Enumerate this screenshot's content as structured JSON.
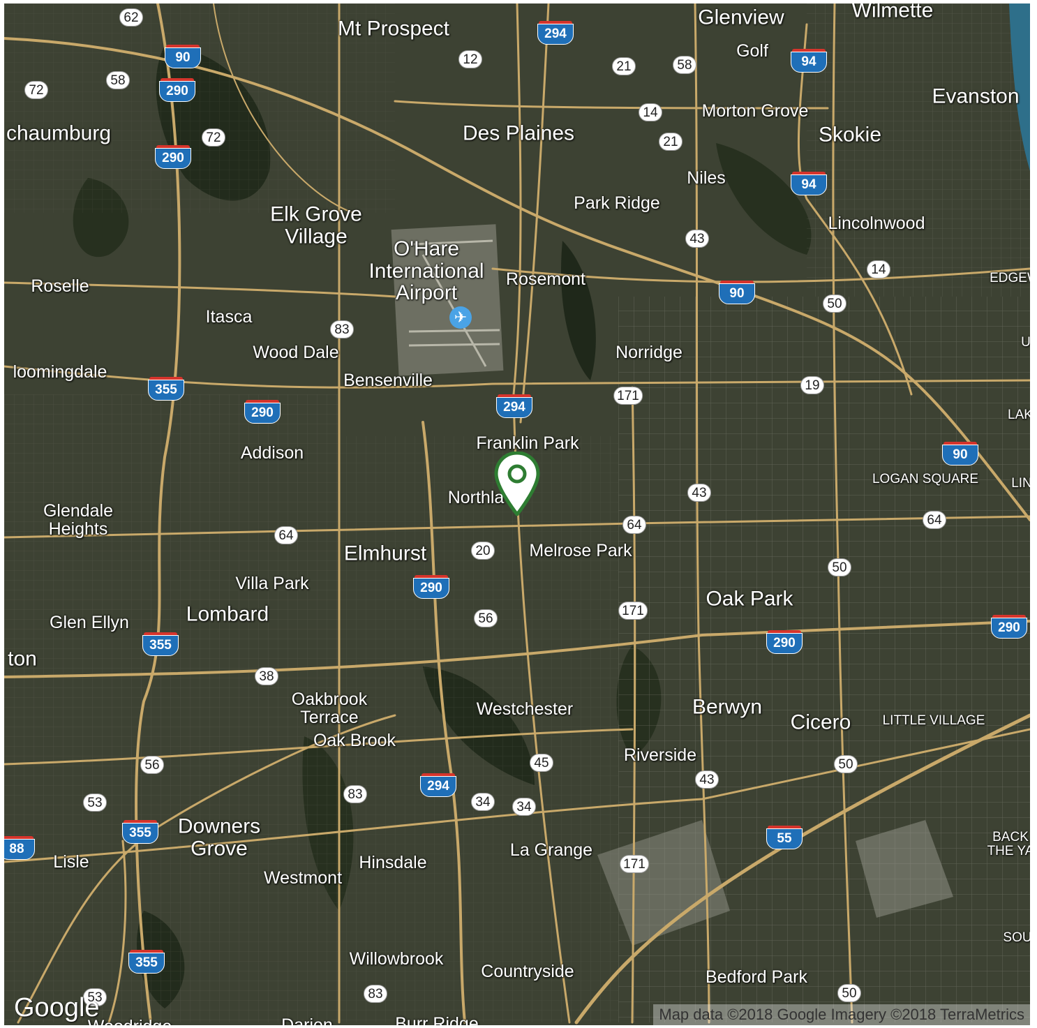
{
  "map": {
    "provider_logo": "Google",
    "attribution": "Map data ©2018 Google  Imagery ©2018 TerraMetrics",
    "marker_icon": "location-pin-icon",
    "airport_icon": "airport-icon",
    "colors": {
      "terrain": "#3d4233",
      "forest": "#2a3323",
      "urban": "#6b6b62",
      "road": "#c9a96a",
      "water": "#2e6f8a",
      "marker": "#2e7d32",
      "airport": "#4aa3e6"
    },
    "places": [
      {
        "name": "Mt Prospect",
        "size": "big"
      },
      {
        "name": "Glenview",
        "size": "big"
      },
      {
        "name": "Wilmette",
        "size": "big"
      },
      {
        "name": "Golf",
        "size": "med"
      },
      {
        "name": "Evanston",
        "size": "big"
      },
      {
        "name": "chaumburg",
        "size": "big"
      },
      {
        "name": "Des Plaines",
        "size": "big"
      },
      {
        "name": "Morton Grove",
        "size": "med"
      },
      {
        "name": "Skokie",
        "size": "big"
      },
      {
        "name": "Niles",
        "size": "med"
      },
      {
        "name": "Park Ridge",
        "size": "med"
      },
      {
        "name": "Elk Grove\nVillage",
        "size": "big"
      },
      {
        "name": "Lincolnwood",
        "size": "med"
      },
      {
        "name": "O'Hare\nInternational\nAirport",
        "size": "big"
      },
      {
        "name": "Rosemont",
        "size": "med"
      },
      {
        "name": "Roselle",
        "size": "med"
      },
      {
        "name": "EDGEW",
        "size": "sm"
      },
      {
        "name": "Itasca",
        "size": "med"
      },
      {
        "name": "Norridge",
        "size": "med"
      },
      {
        "name": "Wood Dale",
        "size": "med"
      },
      {
        "name": "U",
        "size": "sm"
      },
      {
        "name": "loomingdale",
        "size": "med"
      },
      {
        "name": "Bensenville",
        "size": "med"
      },
      {
        "name": "LAK",
        "size": "sm"
      },
      {
        "name": "Franklin Park",
        "size": "med"
      },
      {
        "name": "Addison",
        "size": "med"
      },
      {
        "name": "LOGAN SQUARE",
        "size": "sm"
      },
      {
        "name": "LIN",
        "size": "sm"
      },
      {
        "name": "Glendale\nHeights",
        "size": "med"
      },
      {
        "name": "Northla",
        "size": "med"
      },
      {
        "name": "Elmhurst",
        "size": "big"
      },
      {
        "name": "Melrose Park",
        "size": "med"
      },
      {
        "name": "Villa Park",
        "size": "med"
      },
      {
        "name": "Oak Park",
        "size": "big"
      },
      {
        "name": "Lombard",
        "size": "big"
      },
      {
        "name": "Glen Ellyn",
        "size": "med"
      },
      {
        "name": "ton",
        "size": "big"
      },
      {
        "name": "Oakbrook\nTerrace",
        "size": "med"
      },
      {
        "name": "Westchester",
        "size": "med"
      },
      {
        "name": "Berwyn",
        "size": "big"
      },
      {
        "name": "Cicero",
        "size": "big"
      },
      {
        "name": "LITTLE VILLAGE",
        "size": "sm"
      },
      {
        "name": "Oak Brook",
        "size": "med"
      },
      {
        "name": "Riverside",
        "size": "med"
      },
      {
        "name": "Downers\nGrove",
        "size": "big"
      },
      {
        "name": "Lisle",
        "size": "med"
      },
      {
        "name": "Hinsdale",
        "size": "med"
      },
      {
        "name": "La Grange",
        "size": "med"
      },
      {
        "name": "BACK\nTHE YA",
        "size": "sm"
      },
      {
        "name": "Westmont",
        "size": "med"
      },
      {
        "name": "SOU",
        "size": "sm"
      },
      {
        "name": "Willowbrook",
        "size": "med"
      },
      {
        "name": "Countryside",
        "size": "med"
      },
      {
        "name": "Bedford Park",
        "size": "med"
      },
      {
        "name": "Woodridge",
        "size": "med"
      },
      {
        "name": "Darien",
        "size": "med"
      },
      {
        "name": "Burr Ridge",
        "size": "med"
      }
    ],
    "route_shields": [
      "62",
      "12",
      "21",
      "58",
      "72",
      "58",
      "14",
      "21",
      "72",
      "43",
      "14",
      "50",
      "83",
      "171",
      "19",
      "43",
      "64",
      "64",
      "64",
      "20",
      "50",
      "171",
      "56",
      "38",
      "45",
      "43",
      "50",
      "56",
      "53",
      "83",
      "34",
      "34",
      "171",
      "83",
      "53",
      "50"
    ],
    "interstate_shields": [
      "294",
      "90",
      "94",
      "290",
      "290",
      "94",
      "90",
      "355",
      "290",
      "294",
      "90",
      "290",
      "290",
      "290",
      "355",
      "294",
      "355",
      "55",
      "88",
      "355"
    ]
  }
}
